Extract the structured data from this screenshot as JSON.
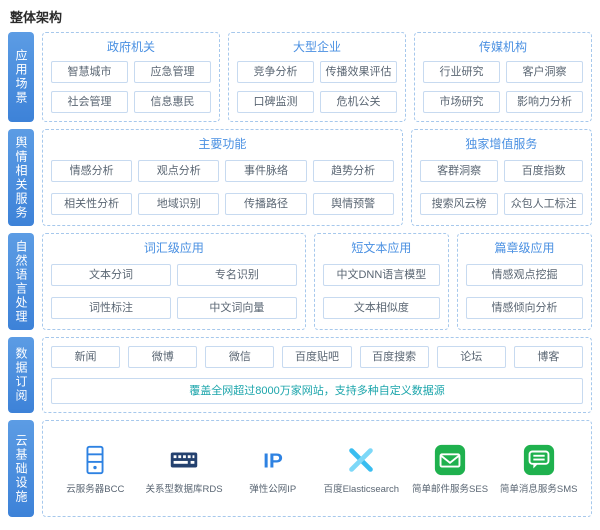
{
  "header": {
    "title": "整体架构"
  },
  "colors": {
    "accent": "#4a90e2",
    "tab_blue": "#4a8edb",
    "dashed_border": "#a6c8ec",
    "item_border": "#c7daf0",
    "note_teal": "#1ba5ab",
    "icon_blue": "#2e82e2",
    "icon_dark_blue": "#24416f",
    "icon_cyan": "#39bdf0",
    "icon_green": "#1fb14e"
  },
  "rows": {
    "scenarios": {
      "tab": "应用场景",
      "groups": [
        {
          "title": "政府机关",
          "items": [
            "智慧城市",
            "应急管理",
            "社会管理",
            "信息惠民"
          ]
        },
        {
          "title": "大型企业",
          "items": [
            "竞争分析",
            "传播效果评估",
            "口碑监测",
            "危机公关"
          ]
        },
        {
          "title": "传媒机构",
          "items": [
            "行业研究",
            "客户洞察",
            "市场研究",
            "影响力分析"
          ]
        }
      ]
    },
    "sentiment": {
      "tab": "舆情相关服务",
      "groups": [
        {
          "title": "主要功能",
          "items": [
            "情感分析",
            "观点分析",
            "事件脉络",
            "趋势分析",
            "相关性分析",
            "地域识别",
            "传播路径",
            "舆情预警"
          ]
        },
        {
          "title": "独家增值服务",
          "items": [
            "客群洞察",
            "百度指数",
            "搜索风云榜",
            "众包人工标注"
          ]
        }
      ]
    },
    "nlp": {
      "tab": "自然语言处理",
      "groups": [
        {
          "title": "词汇级应用",
          "items": [
            "文本分词",
            "专名识别",
            "词性标注",
            "中文词向量"
          ]
        },
        {
          "title": "短文本应用",
          "items": [
            "中文DNN语言模型",
            "文本相似度"
          ]
        },
        {
          "title": "篇章级应用",
          "items": [
            "情感观点挖掘",
            "情感倾向分析"
          ]
        }
      ]
    },
    "feeds": {
      "tab": "数据订阅",
      "items": [
        "新闻",
        "微博",
        "微信",
        "百度贴吧",
        "百度搜索",
        "论坛",
        "博客"
      ],
      "note": "覆盖全网超过8000万家网站，支持多种自定义数据源"
    },
    "cloud": {
      "tab": "云基础设施",
      "services": [
        {
          "label": "云服务器BCC",
          "icon": "server-icon"
        },
        {
          "label": "关系型数据库RDS",
          "icon": "database-icon"
        },
        {
          "label": "弹性公网IP",
          "icon": "ip-icon"
        },
        {
          "label": "百度Elasticsearch",
          "icon": "elasticsearch-icon"
        },
        {
          "label": "简单邮件服务SES",
          "icon": "mail-icon"
        },
        {
          "label": "简单消息服务SMS",
          "icon": "message-icon"
        }
      ]
    }
  }
}
